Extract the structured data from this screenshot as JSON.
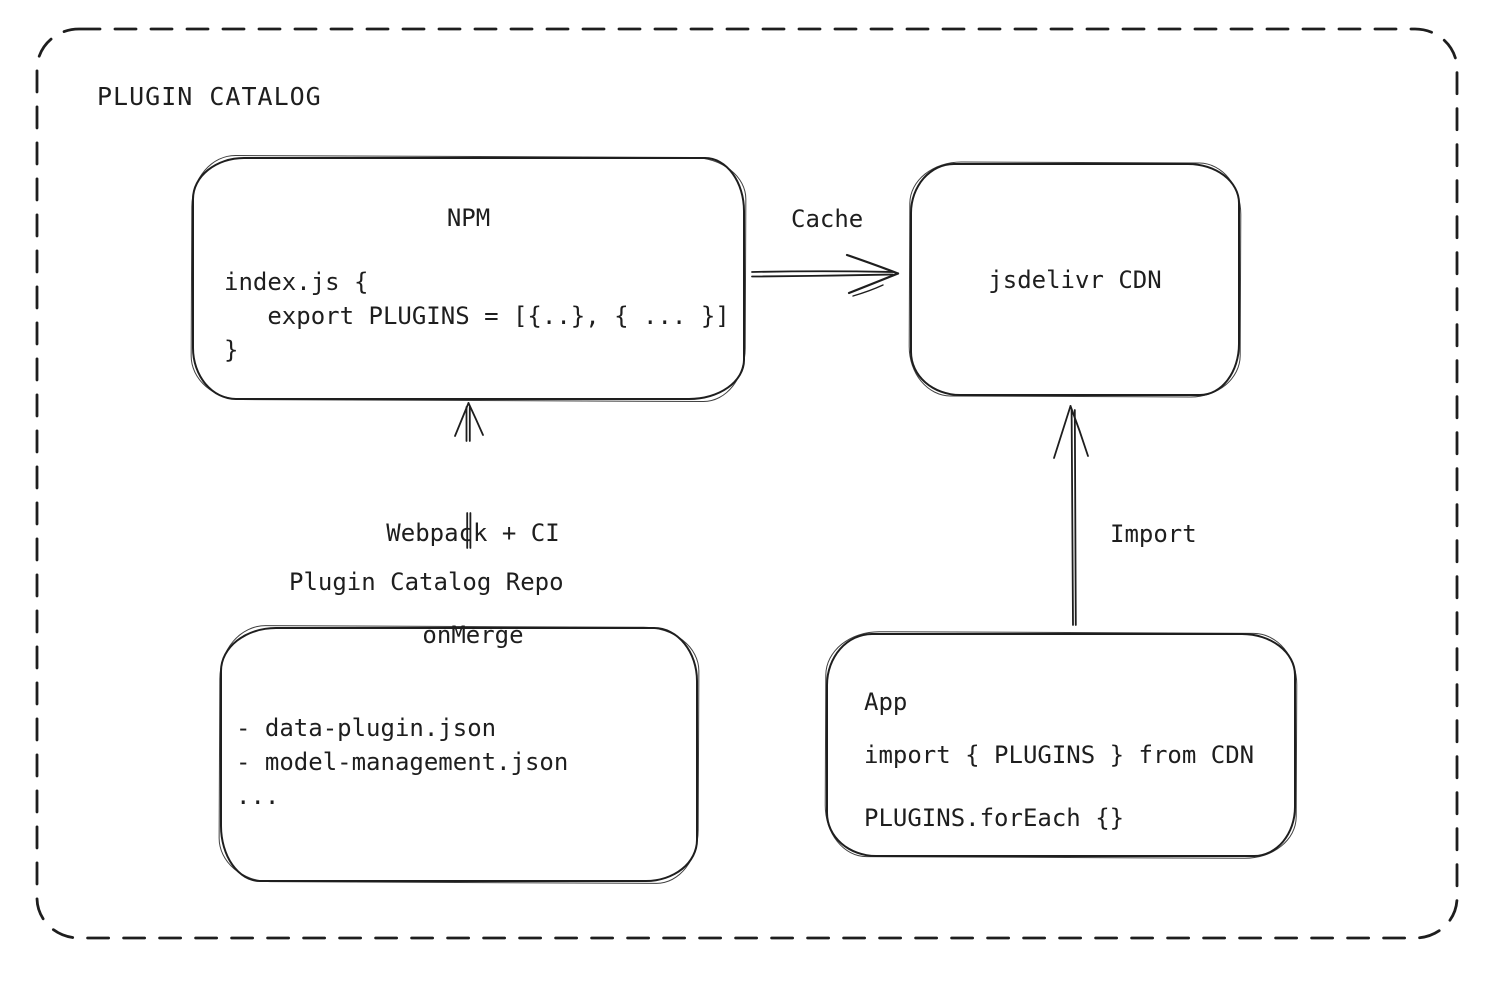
{
  "diagram": {
    "title": "PLUGIN CATALOG",
    "colors": {
      "stroke": "#1e1e1e",
      "background": "#ffffff"
    },
    "nodes": {
      "npm": {
        "title": "NPM",
        "code_lines": [
          "index.js {",
          "   export PLUGINS = [{..}, { ... }]",
          "}"
        ]
      },
      "cdn": {
        "label": "jsdelivr CDN"
      },
      "repo": {
        "title": "Plugin Catalog Repo",
        "items": [
          "- data-plugin.json",
          "- model-management.json",
          "..."
        ]
      },
      "app": {
        "title": "App",
        "code_lines": [
          "import { PLUGINS } from CDN",
          "PLUGINS.forEach {}"
        ]
      }
    },
    "edges": {
      "cache": {
        "label": "Cache"
      },
      "build": {
        "label_line1": "Webpack + CI",
        "label_line2": "onMerge"
      },
      "import": {
        "label": "Import"
      }
    }
  }
}
